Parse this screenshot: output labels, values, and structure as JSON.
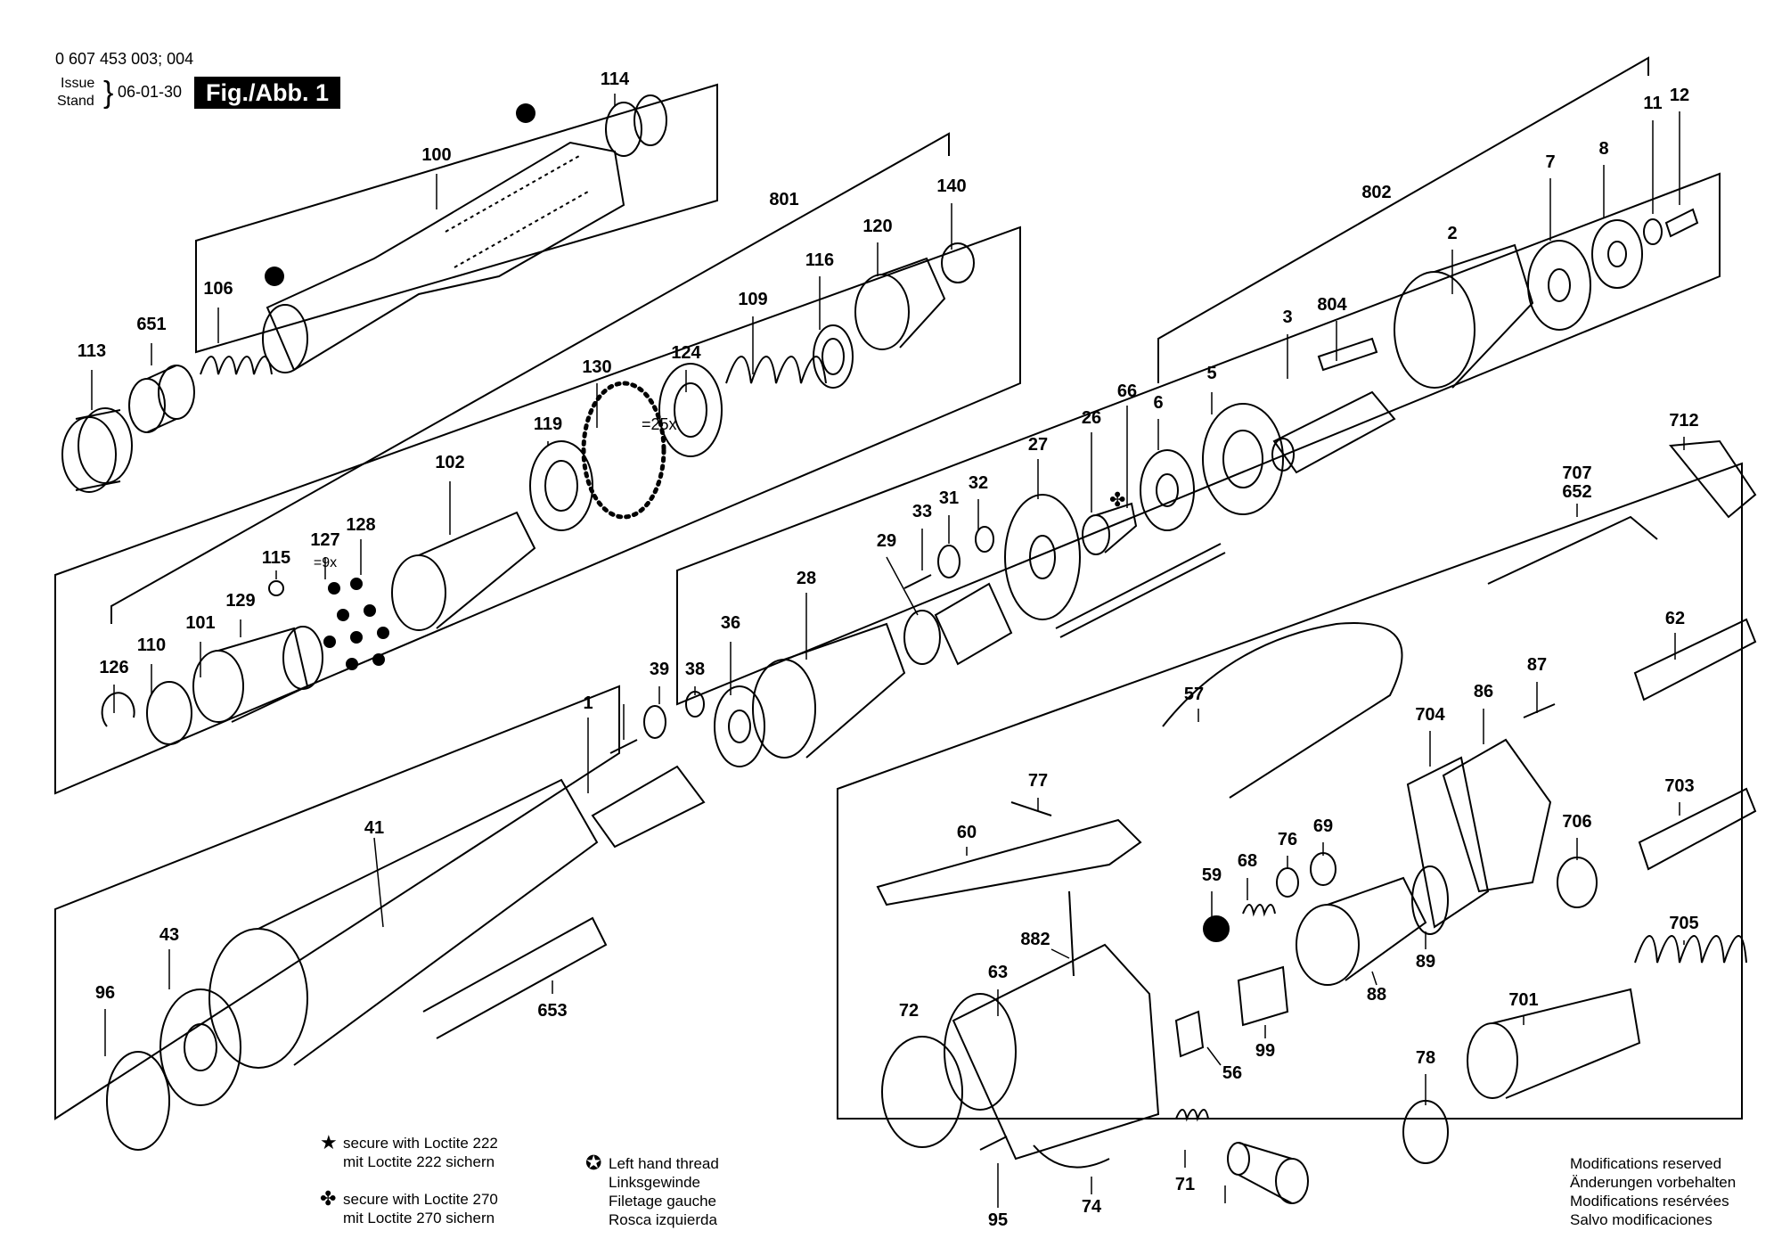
{
  "header": {
    "part_numbers": "0 607 453 003; 004",
    "issue_label": "Issue",
    "stand_label": "Stand",
    "issue_date": "06-01-30",
    "figure": "Fig./Abb. 1"
  },
  "part_labels": [
    "114",
    "100",
    "106",
    "651",
    "113",
    "801",
    "140",
    "120",
    "116",
    "109",
    "124",
    "130",
    "119",
    "102",
    "128",
    "127",
    "=9x",
    "115",
    "129",
    "101",
    "110",
    "126",
    "802",
    "2",
    "3",
    "804",
    "7",
    "8",
    "11",
    "12",
    "5",
    "6",
    "66",
    "26",
    "27",
    "32",
    "31",
    "33",
    "29",
    "28",
    "36",
    "39",
    "38",
    "1",
    "41",
    "43",
    "96",
    "653",
    "712",
    "707",
    "652",
    "62",
    "57",
    "86",
    "87",
    "704",
    "703",
    "706",
    "705",
    "701",
    "78",
    "77",
    "60",
    "76",
    "69",
    "68",
    "59",
    "89",
    "88",
    "99",
    "56",
    "63",
    "882",
    "72",
    "95",
    "74",
    "71"
  ],
  "part_130_suffix": "=25x",
  "notes": {
    "loctite222_en": "secure with Loctite 222",
    "loctite222_de": "mit Loctite 222 sichern",
    "loctite270_en": "secure with Loctite 270",
    "loctite270_de": "mit Loctite 270 sichern",
    "lefthand_en": "Left hand thread",
    "lefthand_de": "Linksgewinde",
    "lefthand_fr": "Filetage gauche",
    "lefthand_es": "Rosca izquierda",
    "mod_en": "Modifications reserved",
    "mod_de": "Änderungen vorbehalten",
    "mod_fr": "Modifications resérvées",
    "mod_es": "Salvo modificaciones"
  }
}
